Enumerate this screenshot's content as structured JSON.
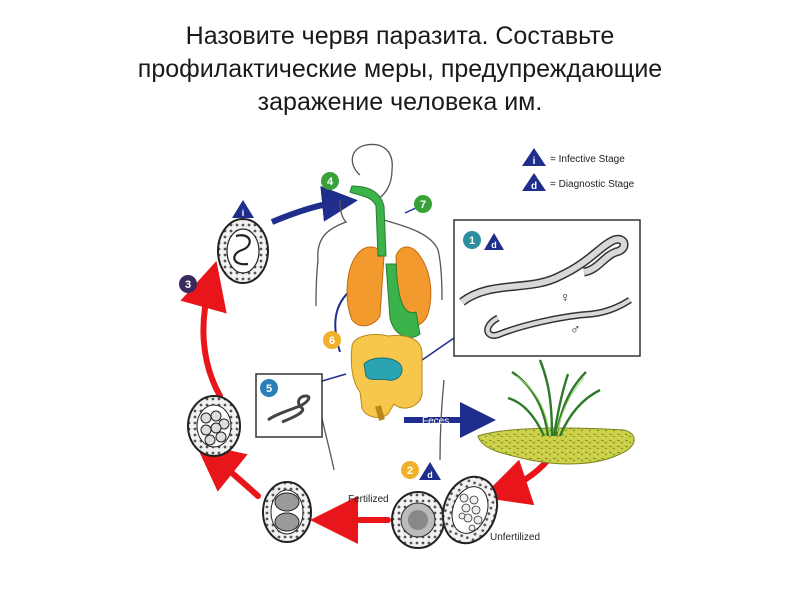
{
  "slide": {
    "title_lines": [
      "Назовите червя паразита. Составьте",
      "профилактические меры, предупреждающие",
      "заражение человека им."
    ]
  },
  "legend": {
    "infective_letter": "i",
    "infective_text": "= Infective Stage",
    "diagnostic_letter": "d",
    "diagnostic_text": "= Diagnostic Stage"
  },
  "stages": {
    "s1": "1",
    "s2": "2",
    "s3": "3",
    "s4": "4",
    "s5": "5",
    "s6": "6",
    "s7": "7"
  },
  "labels": {
    "feces": "Feces",
    "fertilized": "Fertilized",
    "unfertilized": "Unfertilized",
    "female_symbol": "♀",
    "male_symbol": "♂"
  },
  "colors": {
    "arrow_red": "#e8161b",
    "arrow_blue": "#1f2e8c",
    "stage_green": "#3aa13a",
    "stage_purple": "#3a2a5c",
    "stage_teal": "#2d8f9e",
    "stage_orange": "#f0b02a",
    "stage_blue": "#2a7fb8",
    "lungs": "#f39a2e",
    "trachea": "#3bb34a",
    "intestine": "#f6c74a",
    "stomach": "#2aa3b3",
    "soil": "#cdd24a"
  }
}
